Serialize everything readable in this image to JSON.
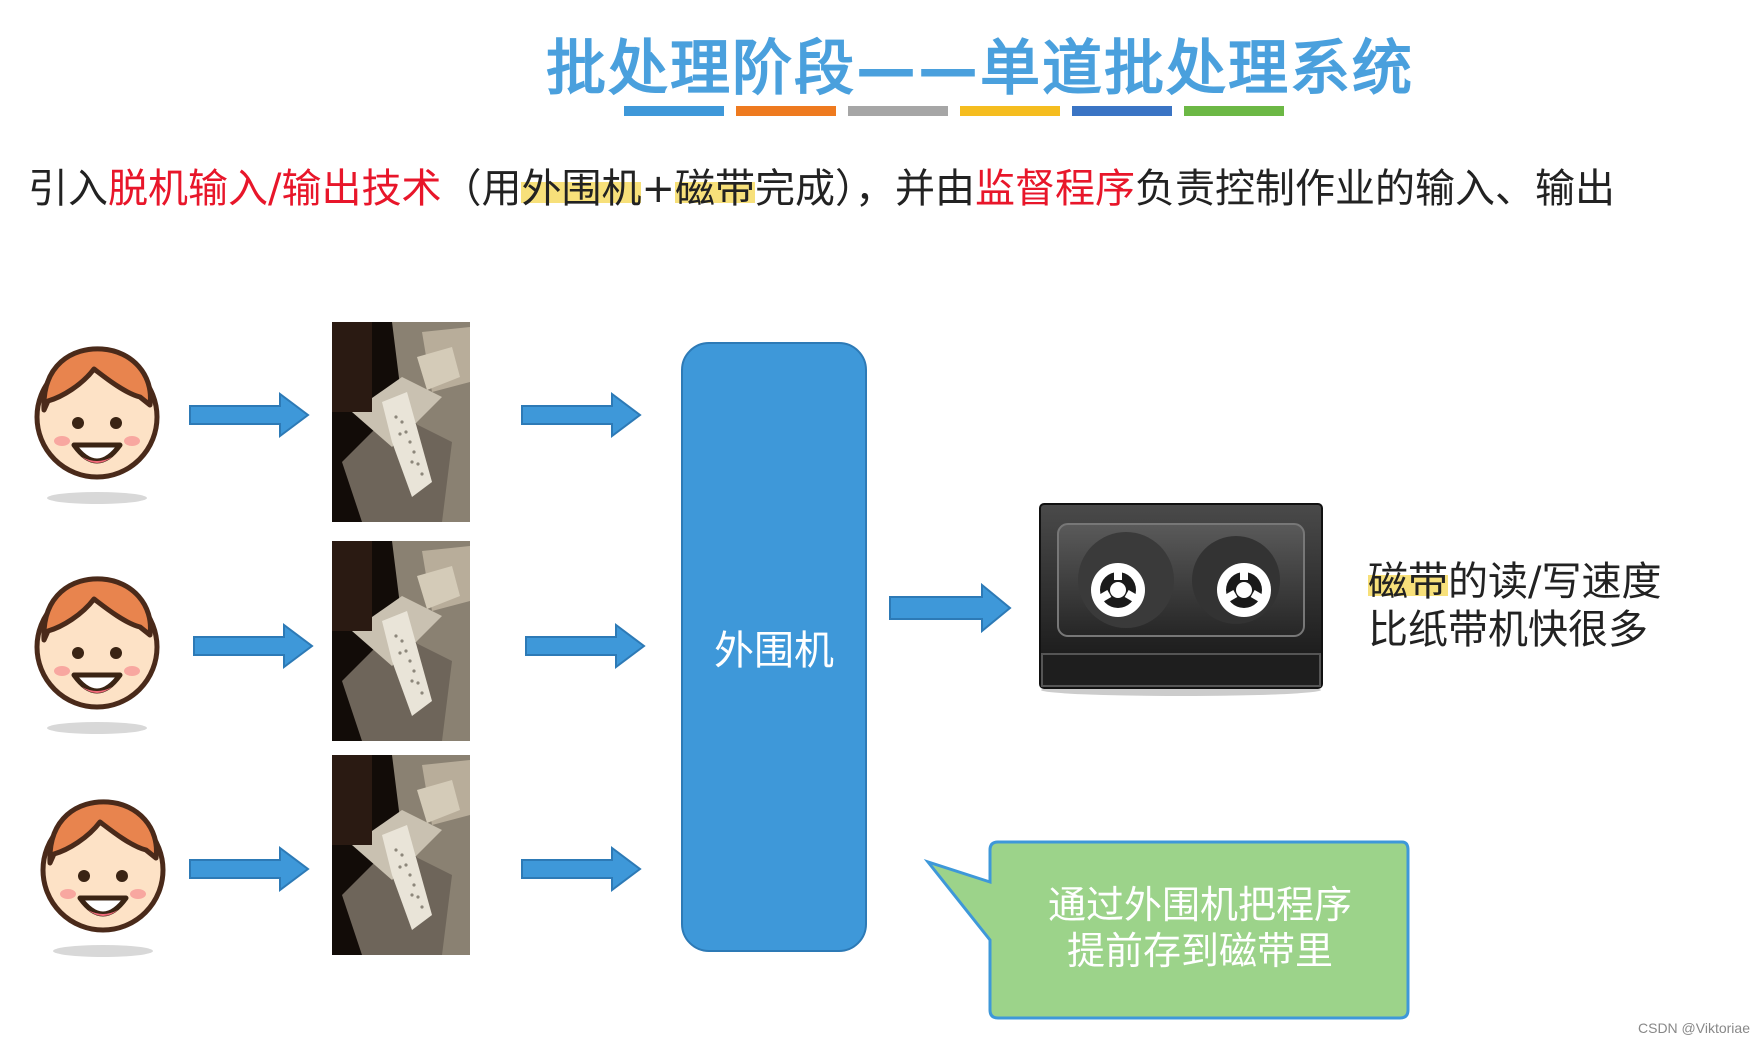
{
  "title": "批处理阶段——单道批处理系统",
  "title_bar_colors": [
    "#3e98d9",
    "#ee7a1f",
    "#a6a6a6",
    "#f5bd1f",
    "#3a74c4",
    "#6cb845"
  ],
  "intro": {
    "p1": "引入",
    "red1": "脱机输入/输出技术",
    "p2": "（用",
    "hl1": "外围机",
    "p3": "+",
    "hl2": "磁带",
    "p4": "完成），并由",
    "red2": "监督程序",
    "p5": "负责控制作业的输入、输出"
  },
  "peripheral": {
    "label": "外围机"
  },
  "tape_note": {
    "hl": "磁带",
    "line1_rest": "的读/写速度",
    "line2": "比纸带机快很多"
  },
  "callout": {
    "line1": "通过外围机把程序",
    "line2": "提前存到磁带里"
  },
  "watermark": "CSDN @Viktoriae",
  "colors": {
    "title": "#4aa0dd",
    "highlight": "#e8162a",
    "box": "#3e98d9",
    "arrow": "#3e98d9",
    "callout": "#9cd38a"
  }
}
